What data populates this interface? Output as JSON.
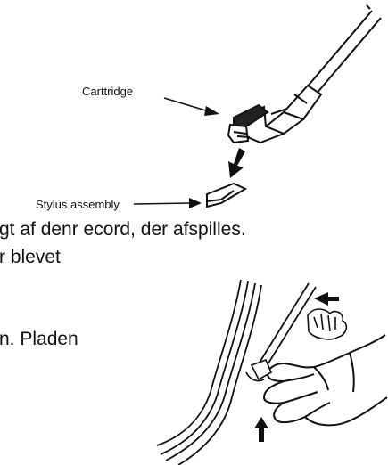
{
  "top_figure": {
    "label_cartridge": "Carttridge",
    "label_stylus": "Stylus assembly"
  },
  "body_text": {
    "line1": "gt af denr ecord, der afspilles.",
    "line2": "r blevet",
    "line3": "n. Pladen"
  },
  "bottom_figure": {
    "icons": [
      "stylus-brush-hand-illustration",
      "arrow-left-icon",
      "arrow-up-icon"
    ]
  }
}
